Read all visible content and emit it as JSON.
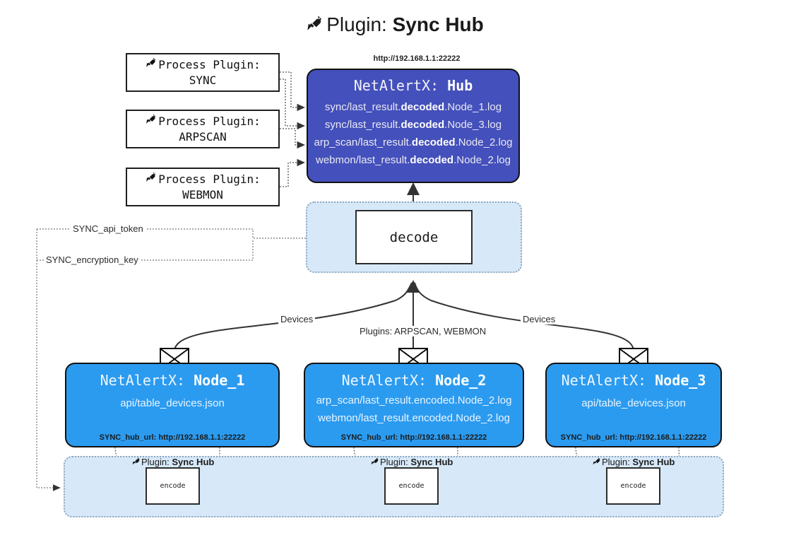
{
  "title": {
    "icon": "plug-icon",
    "prefix": "Plugin:",
    "name": "Sync Hub"
  },
  "process_plugins": [
    {
      "icon": "plug-icon",
      "line1": "Process Plugin:",
      "line2": "SYNC"
    },
    {
      "icon": "plug-icon",
      "line1": "Process Plugin:",
      "line2": "ARPSCAN"
    },
    {
      "icon": "plug-icon",
      "line1": "Process Plugin:",
      "line2": "WEBMON"
    }
  ],
  "hub": {
    "url": "http://192.168.1.1:22222",
    "title_prefix": "NetAlertX:",
    "title_name": "Hub",
    "logs": [
      {
        "pre": "sync/last_result.",
        "em": "decoded",
        "post": ".Node_1.log"
      },
      {
        "pre": "sync/last_result.",
        "em": "decoded",
        "post": ".Node_3.log"
      },
      {
        "pre": "arp_scan/last_result.",
        "em": "decoded",
        "post": ".Node_2.log"
      },
      {
        "pre": "webmon/last_result.",
        "em": "decoded",
        "post": ".Node_2.log"
      }
    ]
  },
  "decode": {
    "label": "decode"
  },
  "keys": {
    "api_token": "SYNC_api_token",
    "encryption_key": "SYNC_encryption_key"
  },
  "edge_labels": {
    "devices_left": "Devices",
    "devices_right": "Devices",
    "plugins_center": "Plugins: ARPSCAN, WEBMON"
  },
  "nodes": [
    {
      "title_prefix": "NetAlertX:",
      "title_name": "Node_1",
      "lines": [
        "api/table_devices.json"
      ],
      "footer": "SYNC_hub_url: http://192.168.1.1:22222",
      "envelope": "envelope-icon"
    },
    {
      "title_prefix": "NetAlertX:",
      "title_name": "Node_2",
      "lines": [
        "arp_scan/last_result.encoded.Node_2.log",
        "webmon/last_result.encoded.Node_2.log"
      ],
      "footer": "SYNC_hub_url: http://192.168.1.1:22222",
      "envelope": "envelope-icon"
    },
    {
      "title_prefix": "NetAlertX:",
      "title_name": "Node_3",
      "lines": [
        "api/table_devices.json"
      ],
      "footer": "SYNC_hub_url: http://192.168.1.1:22222",
      "envelope": "envelope-icon"
    }
  ],
  "encoders": [
    {
      "icon": "plug-icon",
      "label_prefix": "Plugin:",
      "label_name": "Sync Hub",
      "box": "encode"
    },
    {
      "icon": "plug-icon",
      "label_prefix": "Plugin:",
      "label_name": "Sync Hub",
      "box": "encode"
    },
    {
      "icon": "plug-icon",
      "label_prefix": "Plugin:",
      "label_name": "Sync Hub",
      "box": "encode"
    }
  ],
  "colors": {
    "hub_fill": "#4450bb",
    "node_fill": "#2b9bf0",
    "group_fill": "#d7e9f9",
    "group_border": "#8fa8bd",
    "stroke": "#1f1f1f"
  }
}
